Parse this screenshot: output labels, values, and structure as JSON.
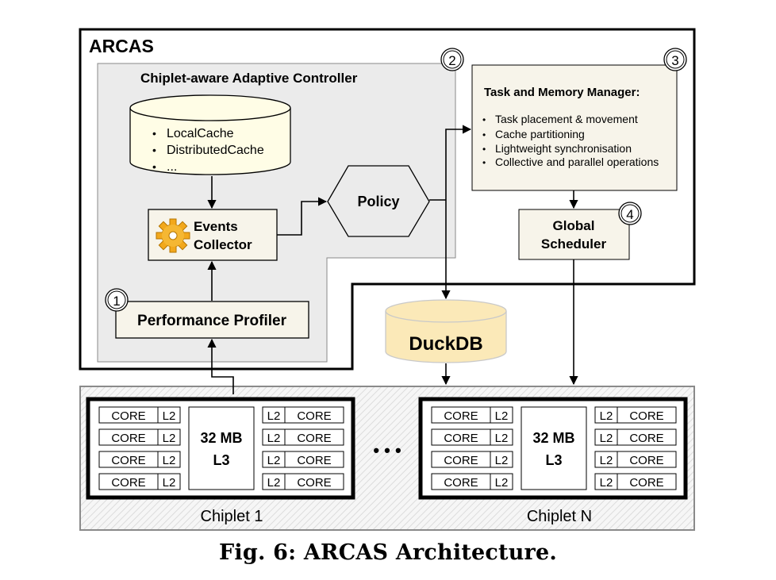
{
  "system_title": "ARCAS",
  "controller": {
    "title": "Chiplet-aware Adaptive Controller",
    "cache_items": [
      "LocalCache",
      "DistributedCache",
      "..."
    ],
    "events_collector": [
      "Events",
      "Collector"
    ],
    "policy": "Policy",
    "profiler": "Performance Profiler"
  },
  "markers": [
    "1",
    "2",
    "3",
    "4"
  ],
  "task_memory": {
    "title": "Task and Memory Manager:",
    "items": [
      "Task placement & movement",
      "Cache partitioning",
      "Lightweight synchronisation",
      "Collective and parallel operations"
    ]
  },
  "global_scheduler": [
    "Global",
    "Scheduler"
  ],
  "database": "DuckDB",
  "chiplets": [
    {
      "label": "Chiplet 1",
      "l3": [
        "32 MB",
        "L3"
      ]
    },
    {
      "label": "Chiplet N",
      "l3": [
        "32 MB",
        "L3"
      ]
    }
  ],
  "core_label": "CORE",
  "l2_label": "L2",
  "ellipsis": "• • •",
  "caption": "Fig. 6: ARCAS Architecture.",
  "icons": {
    "events_collector": "gear-icon"
  },
  "colors": {
    "panel": "#ebebeb",
    "box": "#f7f4ea",
    "cylinder": "#fffde6",
    "db_cylinder": "#fbe9b8",
    "gear": "#f2a81c"
  }
}
